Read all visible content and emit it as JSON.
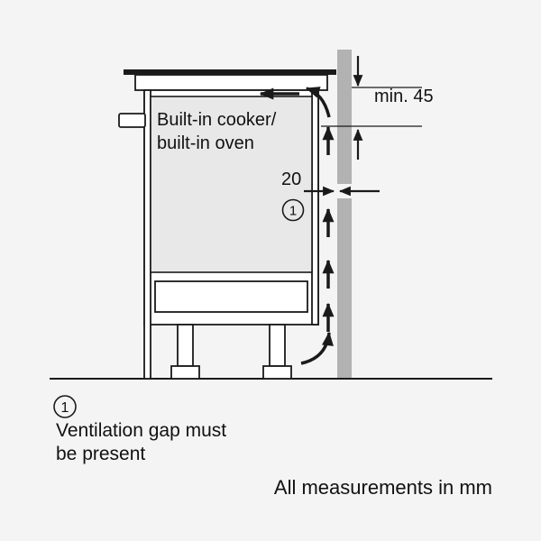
{
  "colors": {
    "background": "#f4f4f4",
    "ink": "#1a1a1a",
    "wall_fill": "#b2b2b2",
    "cavity_fill": "#e8e8e8",
    "glass_fill": "#1a1a1a"
  },
  "diagram": {
    "appliance_label": {
      "line1": "Built-in cooker/",
      "line2": "built-in oven"
    },
    "dimensions": {
      "top_clearance": "min. 45",
      "rear_gap": "20"
    },
    "callout": {
      "marker": "1"
    }
  },
  "legend": {
    "marker": "1",
    "text_line1": "Ventilation gap must",
    "text_line2": "be present"
  },
  "footer": {
    "note": "All measurements in mm"
  }
}
